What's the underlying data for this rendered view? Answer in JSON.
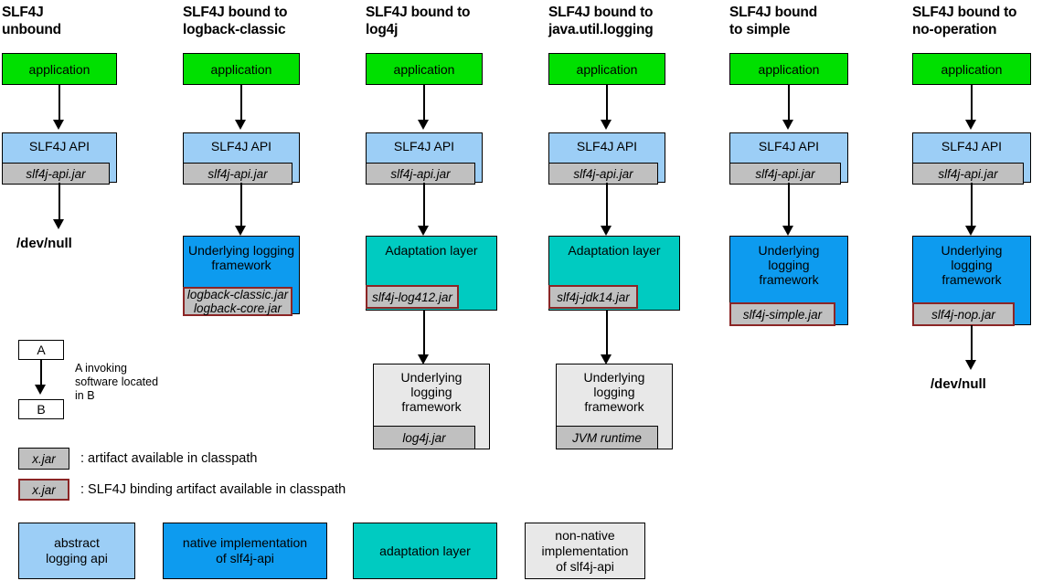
{
  "diagram": {
    "title": "SLF4J bindings diagram",
    "colors": {
      "application": "#00e000",
      "abstract_api": "#9ccef6",
      "native_impl": "#0d9bef",
      "adaptation": "#00cbc1",
      "non_native_impl": "#e8e8e8",
      "jar_fill": "#c0c0c0",
      "binding_border": "#8b2525",
      "outline": "#000000"
    },
    "columns": [
      {
        "id": "unbound",
        "title": "SLF4J\nunbound",
        "app_label": "application",
        "api_label": "SLF4J API",
        "api_jar": "slf4j-api.jar",
        "terminal": "/dev/null"
      },
      {
        "id": "logback-classic",
        "title": "SLF4J bound to\nlogback-classic",
        "app_label": "application",
        "api_label": "SLF4J API",
        "api_jar": "slf4j-api.jar",
        "impl_label": "Underlying logging\nframework",
        "impl_jar": "logback-classic.jar\nlogback-core.jar"
      },
      {
        "id": "log4j",
        "title": "SLF4J bound to\nlog4j",
        "app_label": "application",
        "api_label": "SLF4J API",
        "api_jar": "slf4j-api.jar",
        "adapt_label": "Adaptation layer",
        "adapt_jar": "slf4j-log412.jar",
        "impl_label": "Underlying\nlogging\nframework",
        "impl_jar": "log4j.jar"
      },
      {
        "id": "java-util-logging",
        "title": "SLF4J bound to\njava.util.logging",
        "app_label": "application",
        "api_label": "SLF4J API",
        "api_jar": "slf4j-api.jar",
        "adapt_label": "Adaptation layer",
        "adapt_jar": "slf4j-jdk14.jar",
        "impl_label": "Underlying\nlogging\nframework",
        "impl_jar": "JVM runtime"
      },
      {
        "id": "simple",
        "title": "SLF4J bound\nto simple",
        "app_label": "application",
        "api_label": "SLF4J API",
        "api_jar": "slf4j-api.jar",
        "impl_label": "Underlying\nlogging\nframework",
        "impl_jar": "slf4j-simple.jar"
      },
      {
        "id": "no-operation",
        "title": "SLF4J bound to\nno-operation",
        "app_label": "application",
        "api_label": "SLF4J API",
        "api_jar": "slf4j-api.jar",
        "impl_label": "Underlying\nlogging\nframework",
        "impl_jar": "slf4j-nop.jar",
        "terminal": "/dev/null"
      }
    ],
    "legend": {
      "arrow_from": "A",
      "arrow_to": "B",
      "arrow_caption": "A invoking\nsoftware located\nin B",
      "artifact_chip": "x.jar",
      "artifact_caption": ": artifact available in classpath",
      "binding_chip": "x.jar",
      "binding_caption": ": SLF4J binding artifact available in classpath",
      "keys": [
        {
          "id": "abstract",
          "label": "abstract\nlogging api"
        },
        {
          "id": "native",
          "label": "native implementation\nof slf4j-api"
        },
        {
          "id": "adaptation",
          "label": "adaptation layer"
        },
        {
          "id": "non-native",
          "label": "non-native\nimplementation\nof slf4j-api"
        }
      ]
    }
  }
}
